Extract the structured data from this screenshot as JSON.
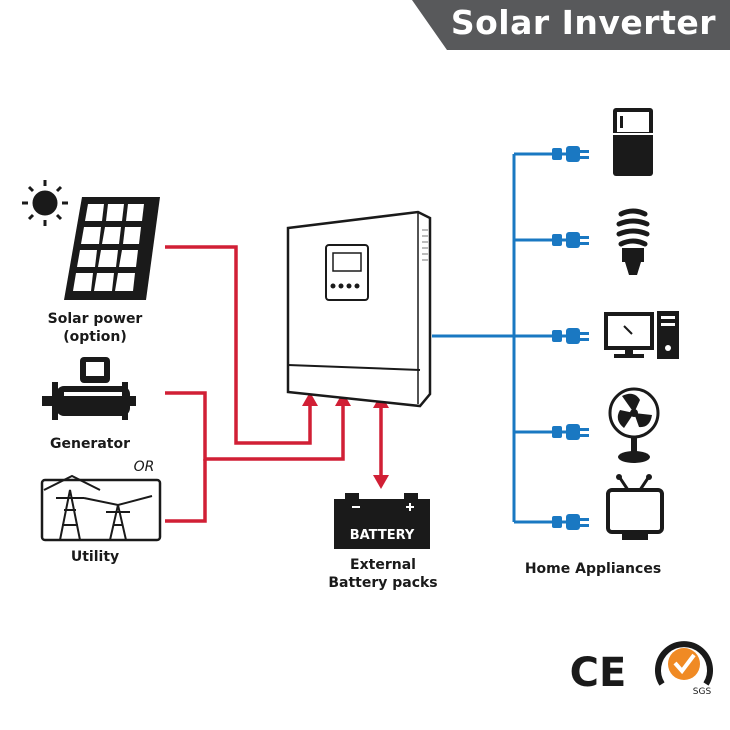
{
  "banner": {
    "title": "Solar Inverter"
  },
  "sources": {
    "solar": {
      "label": "Solar power",
      "sub": "(option)"
    },
    "generator": {
      "label": "Generator"
    },
    "or": "OR",
    "utility": {
      "label": "Utility"
    }
  },
  "battery": {
    "box_label": "BATTERY",
    "caption_line1": "External",
    "caption_line2": "Battery packs"
  },
  "loads": {
    "caption": "Home Appliances"
  },
  "certifications": {
    "ce": "CE",
    "sgs": "SGS"
  },
  "colors": {
    "ac_wire": "#d11f35",
    "load_wire": "#1a78c2",
    "banner": "#58595b",
    "icon": "#1a1a1a"
  },
  "icons": [
    "sun-icon",
    "solar-panel-icon",
    "generator-icon",
    "power-tower-icon",
    "inverter-icon",
    "battery-icon",
    "fridge-icon",
    "bulb-icon",
    "computer-icon",
    "fan-icon",
    "tv-icon",
    "ce-mark-icon",
    "sgs-seal-icon"
  ]
}
